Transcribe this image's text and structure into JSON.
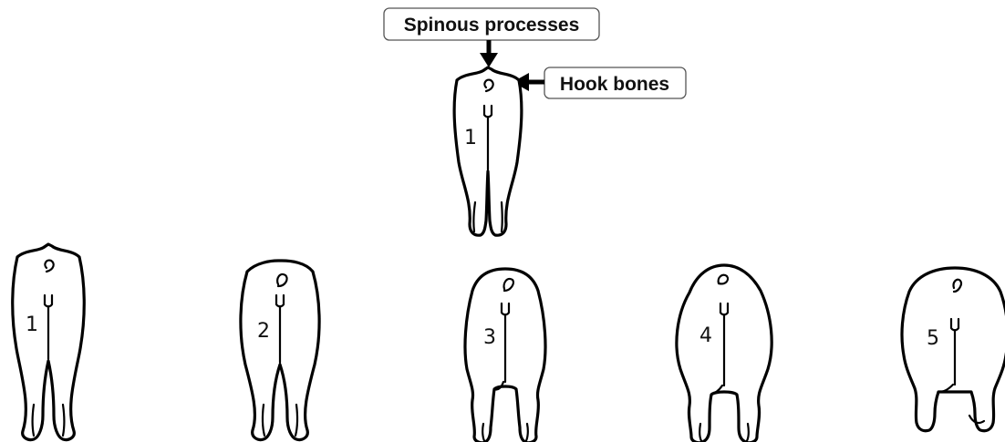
{
  "labels": {
    "spinous": "Spinous processes",
    "hook": "Hook bones"
  },
  "top_score": "1",
  "scores": [
    "1",
    "2",
    "3",
    "4",
    "5"
  ],
  "colors": {
    "line": "#000000",
    "background": "#ffffff"
  }
}
